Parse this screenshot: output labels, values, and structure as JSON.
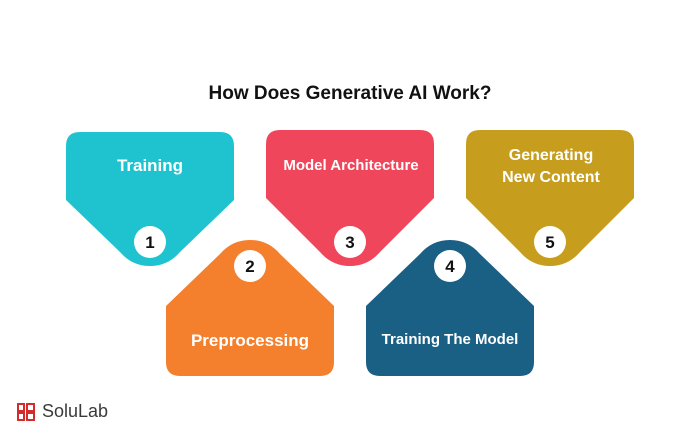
{
  "title": "How Does Generative AI Work?",
  "steps": [
    {
      "number": "1",
      "label_lines": [
        "Training"
      ],
      "color": "#1fc3cf",
      "shade": "#11a9b4"
    },
    {
      "number": "2",
      "label_lines": [
        "Preprocessing"
      ],
      "color": "#f47f2d",
      "shade": "#d9691d"
    },
    {
      "number": "3",
      "label_lines": [
        "Model Architecture"
      ],
      "color": "#f0465b",
      "shade": "#d13a4d"
    },
    {
      "number": "4",
      "label_lines": [
        "Training The Model"
      ],
      "color": "#1a5f84",
      "shade": "#124d6b"
    },
    {
      "number": "5",
      "label_lines": [
        "Generating",
        "New Content"
      ],
      "color": "#c69d1d",
      "shade": "#ad8713"
    }
  ],
  "brand": {
    "name": "SoluLab",
    "color": "#d62b2b"
  }
}
